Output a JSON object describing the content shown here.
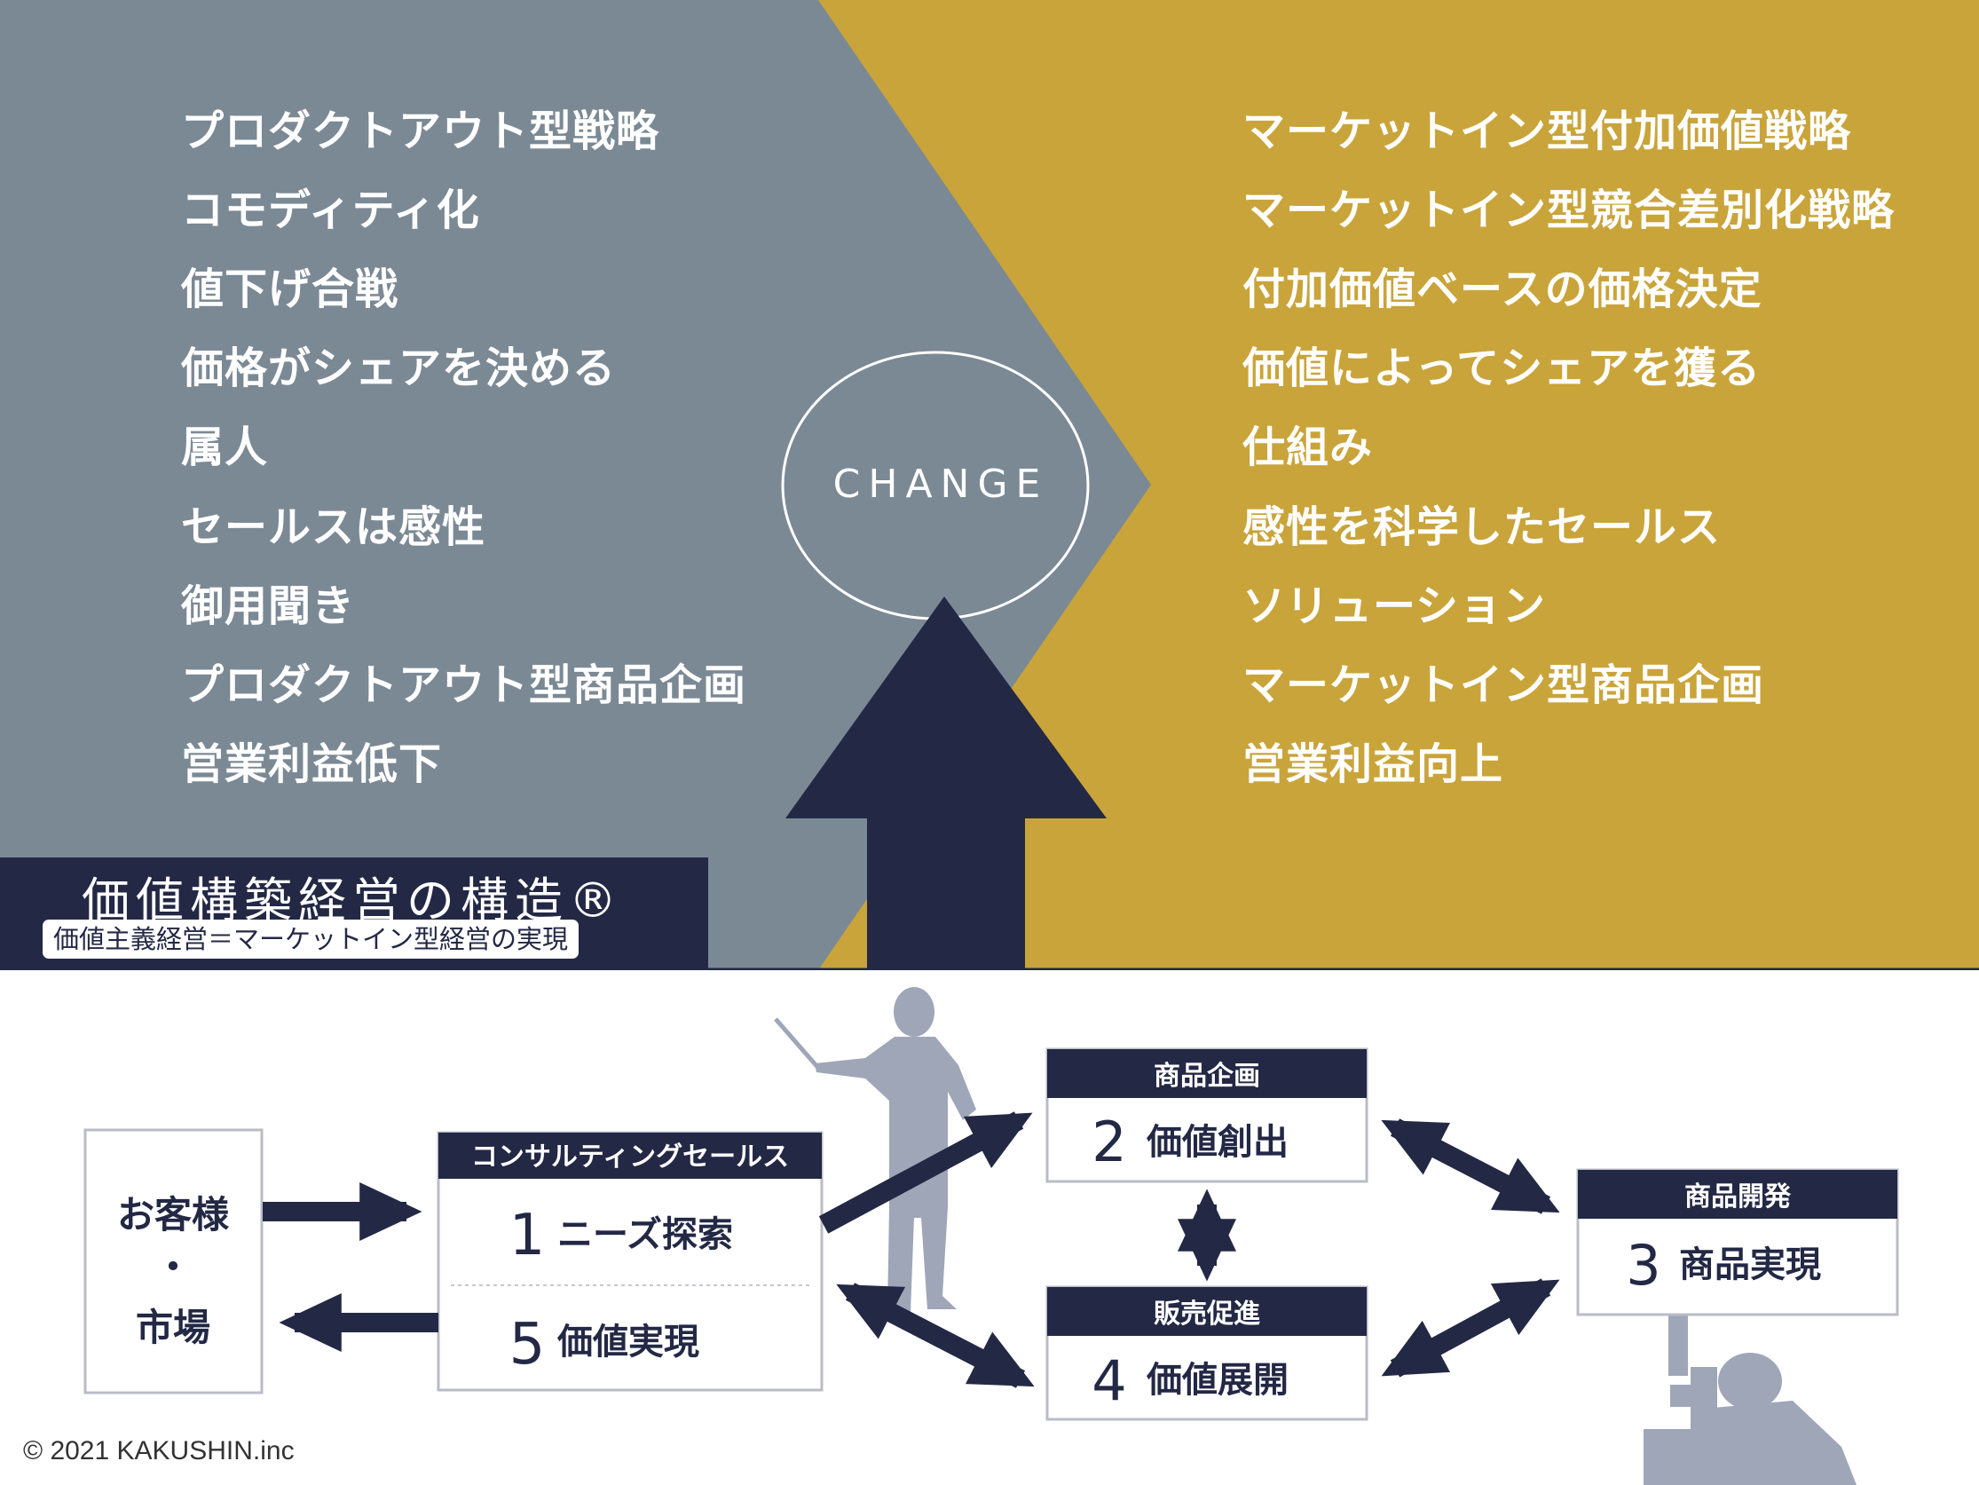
{
  "colors": {
    "left_panel": "#7b8995",
    "right_panel": "#c9a43a",
    "navy": "#232845",
    "white": "#ffffff",
    "silhouette": "#9fa6b8"
  },
  "left_items": [
    "プロダクトアウト型戦略",
    "コモディティ化",
    "値下げ合戦",
    "価格がシェアを決める",
    "属人",
    "セールスは感性",
    "御用聞き",
    "プロダクトアウト型商品企画",
    "営業利益低下"
  ],
  "right_items": [
    "マーケットイン型付加価値戦略",
    "マーケットイン型競合差別化戦略",
    "付加価値ベースの価格決定",
    "価値によってシェアを獲る",
    "仕組み",
    "感性を科学したセールス",
    "ソリューション",
    "マーケットイン型商品企画",
    "営業利益向上"
  ],
  "change_label": "CHANGE",
  "title_box": {
    "title": "価値構築経営の構造®",
    "subtitle": "価値主義経営＝マーケットイン型経営の実現"
  },
  "diagram": {
    "customer": {
      "line1": "お客様",
      "dot": "・",
      "line2": "市場"
    },
    "consulting": {
      "header": "コンサルティングセールス",
      "step1_num": "1",
      "step1_label": "ニーズ探索",
      "step5_num": "5",
      "step5_label": "価値実現"
    },
    "planning": {
      "header": "商品企画",
      "num": "2",
      "label": "価値創出"
    },
    "promotion": {
      "header": "販売促進",
      "num": "4",
      "label": "価値展開"
    },
    "development": {
      "header": "商品開発",
      "num": "3",
      "label": "商品実現"
    }
  },
  "copyright": "© 2021 KAKUSHIN.inc"
}
